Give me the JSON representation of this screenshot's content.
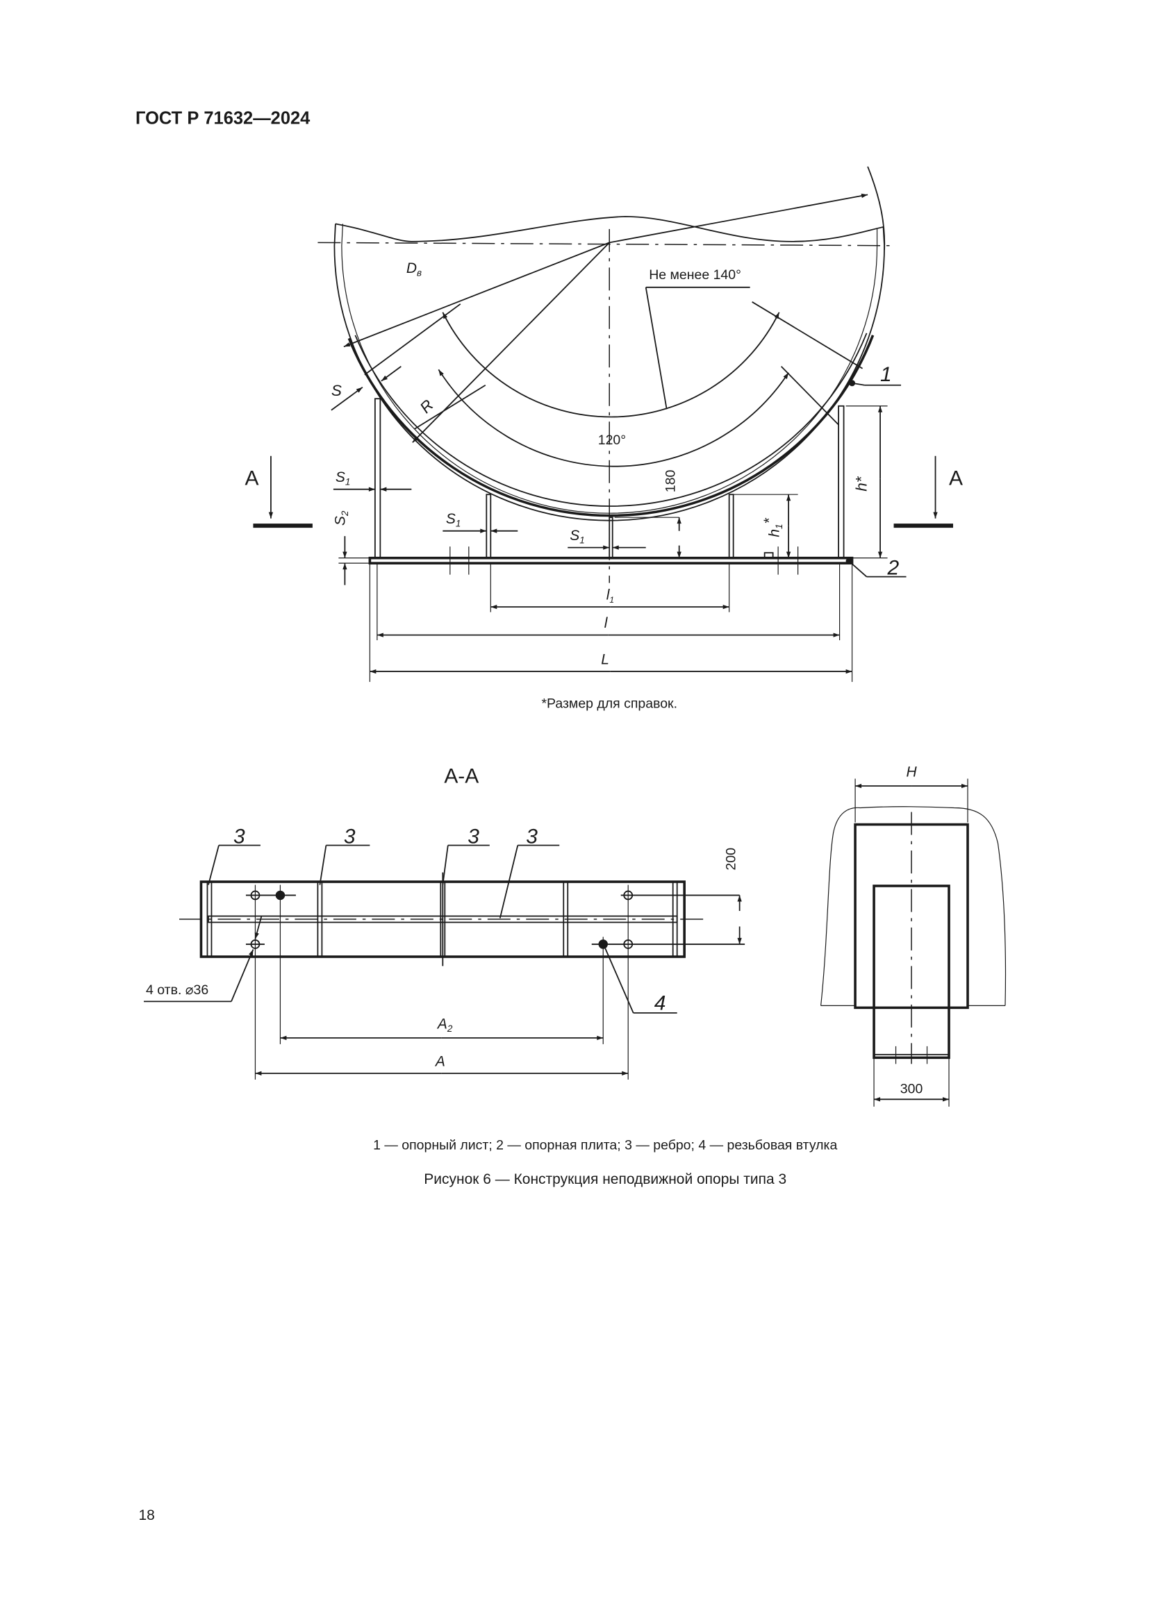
{
  "header": {
    "standard": "ГОСТ Р 71632—2024"
  },
  "figure": {
    "labels": {
      "diameter": "D",
      "diameter_sub": "в",
      "angle_min": "Не менее 140°",
      "angle_support": "120°",
      "radius": "R",
      "thickness": "S",
      "s1": "S",
      "s1_sub": "1",
      "s2": "S",
      "s2_sub": "2",
      "height": "h*",
      "h1": "h",
      "h1_sub": "1",
      "h1_star": "*",
      "dim_180": "180",
      "l1": "l",
      "l1_sub": "1",
      "l": "l",
      "L": "L",
      "section_mark": "A",
      "callout_1": "1",
      "callout_2": "2",
      "callout_3": "3",
      "callout_4": "4",
      "section_title": "А-А",
      "dim_200": "200",
      "holes": "4 отв. ⌀36",
      "A2": "A",
      "A2_sub": "2",
      "A": "A",
      "H": "H",
      "dim_300": "300"
    },
    "reference_note": "*Размер для справок.",
    "legend": "1 — опорный лист; 2 — опорная плита; 3 — ребро; 4 — резьбовая втулка",
    "caption": "Рисунок 6 — Конструкция неподвижной опоры типа 3"
  },
  "footer": {
    "page_number": "18"
  }
}
